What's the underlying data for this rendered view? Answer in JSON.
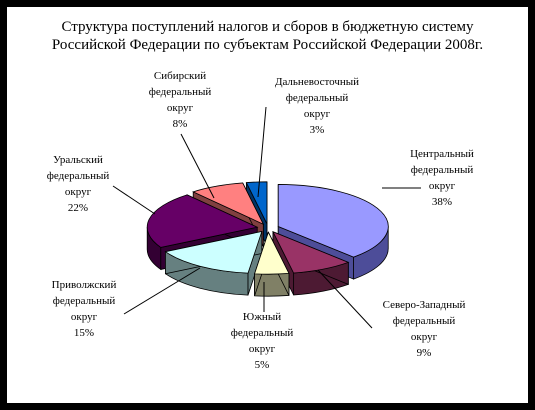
{
  "chart_data": {
    "type": "pie",
    "title_lines": [
      "Структура поступлений налогов и сборов в бюджетную систему",
      "Российской Федерации по субъектам Российской Федерации  2008г."
    ],
    "style": "exploded-3d",
    "legend": "none",
    "slices": [
      {
        "label_lines": [
          "Центральный",
          "федеральный",
          "округ"
        ],
        "value": 38,
        "value_label": "38%",
        "color": "#9999ff",
        "side_color": "#4d4d99"
      },
      {
        "label_lines": [
          "Северо-Западный",
          "федеральный",
          "округ"
        ],
        "value": 9,
        "value_label": "9%",
        "color": "#993366",
        "side_color": "#4d1a33"
      },
      {
        "label_lines": [
          "Южный",
          "федеральный",
          "округ"
        ],
        "value": 5,
        "value_label": "5%",
        "color": "#ffffcc",
        "side_color": "#808066"
      },
      {
        "label_lines": [
          "Приволжский",
          "федеральный",
          "округ"
        ],
        "value": 15,
        "value_label": "15%",
        "color": "#ccffff",
        "side_color": "#668080"
      },
      {
        "label_lines": [
          "Уральский",
          "федеральный",
          "округ"
        ],
        "value": 22,
        "value_label": "22%",
        "color": "#660066",
        "side_color": "#330033"
      },
      {
        "label_lines": [
          "Сибирский",
          "федеральный",
          "округ"
        ],
        "value": 8,
        "value_label": "8%",
        "color": "#ff8080",
        "side_color": "#804040"
      },
      {
        "label_lines": [
          "Дальневосточный",
          "федеральный",
          "округ"
        ],
        "value": 3,
        "value_label": "3%",
        "color": "#0066cc",
        "side_color": "#003366"
      }
    ]
  }
}
